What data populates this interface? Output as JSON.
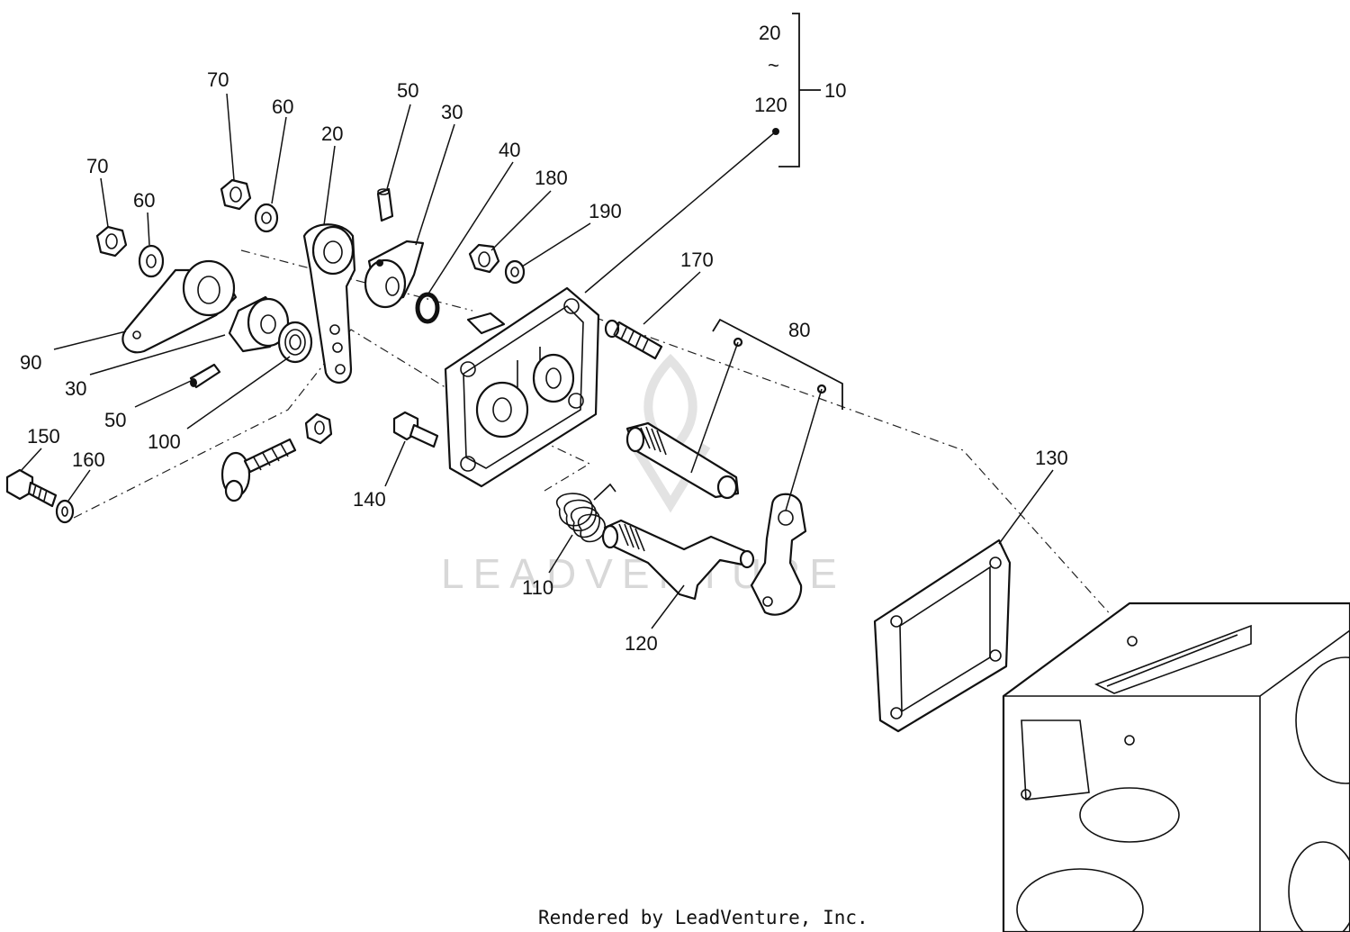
{
  "diagram": {
    "assembly_bracket": {
      "range_start": "20",
      "range_symbol": "~",
      "range_end": "120",
      "assembly_number": "10"
    },
    "callouts": [
      {
        "id": "c-70-top",
        "label": "70"
      },
      {
        "id": "c-60-top",
        "label": "60"
      },
      {
        "id": "c-20",
        "label": "20"
      },
      {
        "id": "c-50-top",
        "label": "50"
      },
      {
        "id": "c-30-top",
        "label": "30"
      },
      {
        "id": "c-40",
        "label": "40"
      },
      {
        "id": "c-180",
        "label": "180"
      },
      {
        "id": "c-190",
        "label": "190"
      },
      {
        "id": "c-70-left",
        "label": "70"
      },
      {
        "id": "c-60-left",
        "label": "60"
      },
      {
        "id": "c-170",
        "label": "170"
      },
      {
        "id": "c-80",
        "label": "80"
      },
      {
        "id": "c-90",
        "label": "90"
      },
      {
        "id": "c-30-left",
        "label": "30"
      },
      {
        "id": "c-50-left",
        "label": "50"
      },
      {
        "id": "c-100",
        "label": "100"
      },
      {
        "id": "c-150",
        "label": "150"
      },
      {
        "id": "c-160",
        "label": "160"
      },
      {
        "id": "c-140",
        "label": "140"
      },
      {
        "id": "c-130",
        "label": "130"
      },
      {
        "id": "c-110",
        "label": "110"
      },
      {
        "id": "c-120",
        "label": "120"
      }
    ],
    "watermark": "LEADVENTURE",
    "footer": "Rendered by LeadVenture, Inc."
  }
}
